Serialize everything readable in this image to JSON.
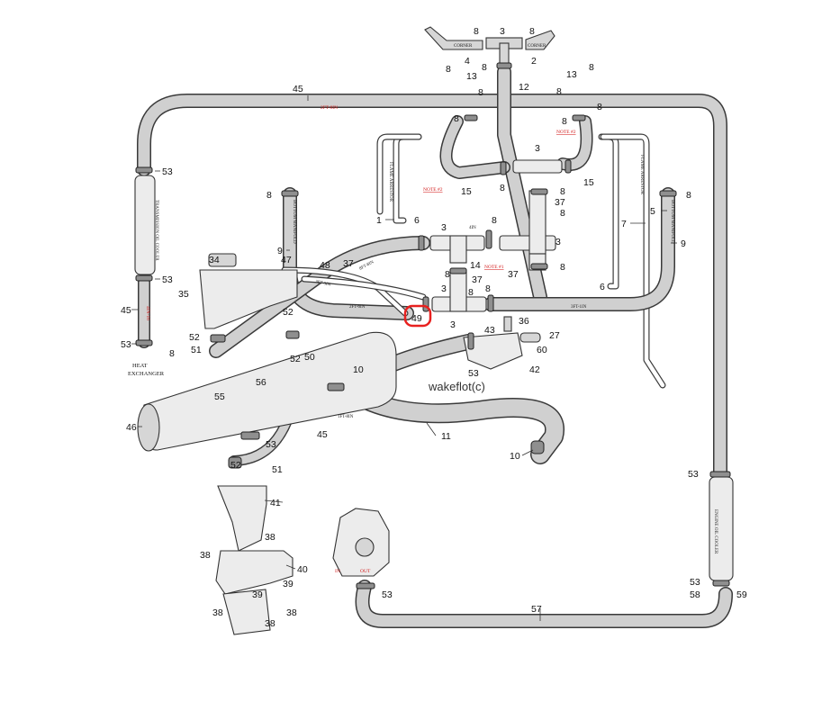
{
  "watermark": "wakeflot(c)",
  "hose_labels": {
    "h45_top": "2FT-8IN",
    "h45_lower": "1FT-8IN",
    "h45_left": "4IN-16",
    "h37": "8FT-8IN",
    "h48": "3FT-5IN",
    "h49": "2FT-6IN",
    "h9_right": "3FT-1IN",
    "h14": "4IN"
  },
  "part_labels": {
    "corner_left": "CORNER",
    "corner_right": "CORNER",
    "trans_cooler": "TRANSMISSION OIL COOLER",
    "engine_cooler": "ENGINE OIL COOLER",
    "bottom_manifold": "BOTTOM MANIFOLD",
    "flame_arrestor": "FLAME ARRESTOR",
    "heat_exchanger_1": "HEAT",
    "heat_exchanger_2": "EXCHANGER",
    "oil_cooler_side": "OIL",
    "to_pump": "TO",
    "intake": "IN",
    "outlet": "OUT"
  },
  "notes": {
    "note1": "NOTE #1",
    "note2_left": "NOTE #2",
    "note2_right": "NOTE #2"
  },
  "callouts": {
    "c1": "1",
    "c2": "2",
    "c3": "3",
    "c3b": "3",
    "c3c": "3",
    "c3d": "3",
    "c3e": "3",
    "c3f": "3",
    "c4": "4",
    "c5": "5",
    "c6": "6",
    "c6b": "6",
    "c7": "7",
    "c8": "8",
    "c9": "9",
    "c9b": "9",
    "c10": "10",
    "c10b": "10",
    "c11": "11",
    "c12": "12",
    "c13": "13",
    "c13b": "13",
    "c14": "14",
    "c15": "15",
    "c15b": "15",
    "c27": "27",
    "c34": "34",
    "c35": "35",
    "c36": "36",
    "c37": "37",
    "c37b": "37",
    "c37c": "37",
    "c37d": "37",
    "c38": "38",
    "c39": "39",
    "c40": "40",
    "c41": "41",
    "c42": "42",
    "c43": "43",
    "c45": "45",
    "c45b": "45",
    "c45c": "45",
    "c46": "46",
    "c47": "47",
    "c48": "48",
    "c49": "49",
    "c50": "50",
    "c51": "51",
    "c51b": "51",
    "c52": "52",
    "c52b": "52",
    "c52c": "52",
    "c52d": "52",
    "c53": "53",
    "c53b": "53",
    "c53c": "53",
    "c53d": "53",
    "c53e": "53",
    "c53f": "53",
    "c53g": "53",
    "c55": "55",
    "c56": "56",
    "c57": "57",
    "c58": "58",
    "c59": "59",
    "c60": "60"
  },
  "colors": {
    "line": "#3a3a3a",
    "hose_fill": "#d0d0d0",
    "note_red": "#d31c1c",
    "highlight": "#e8211f"
  }
}
